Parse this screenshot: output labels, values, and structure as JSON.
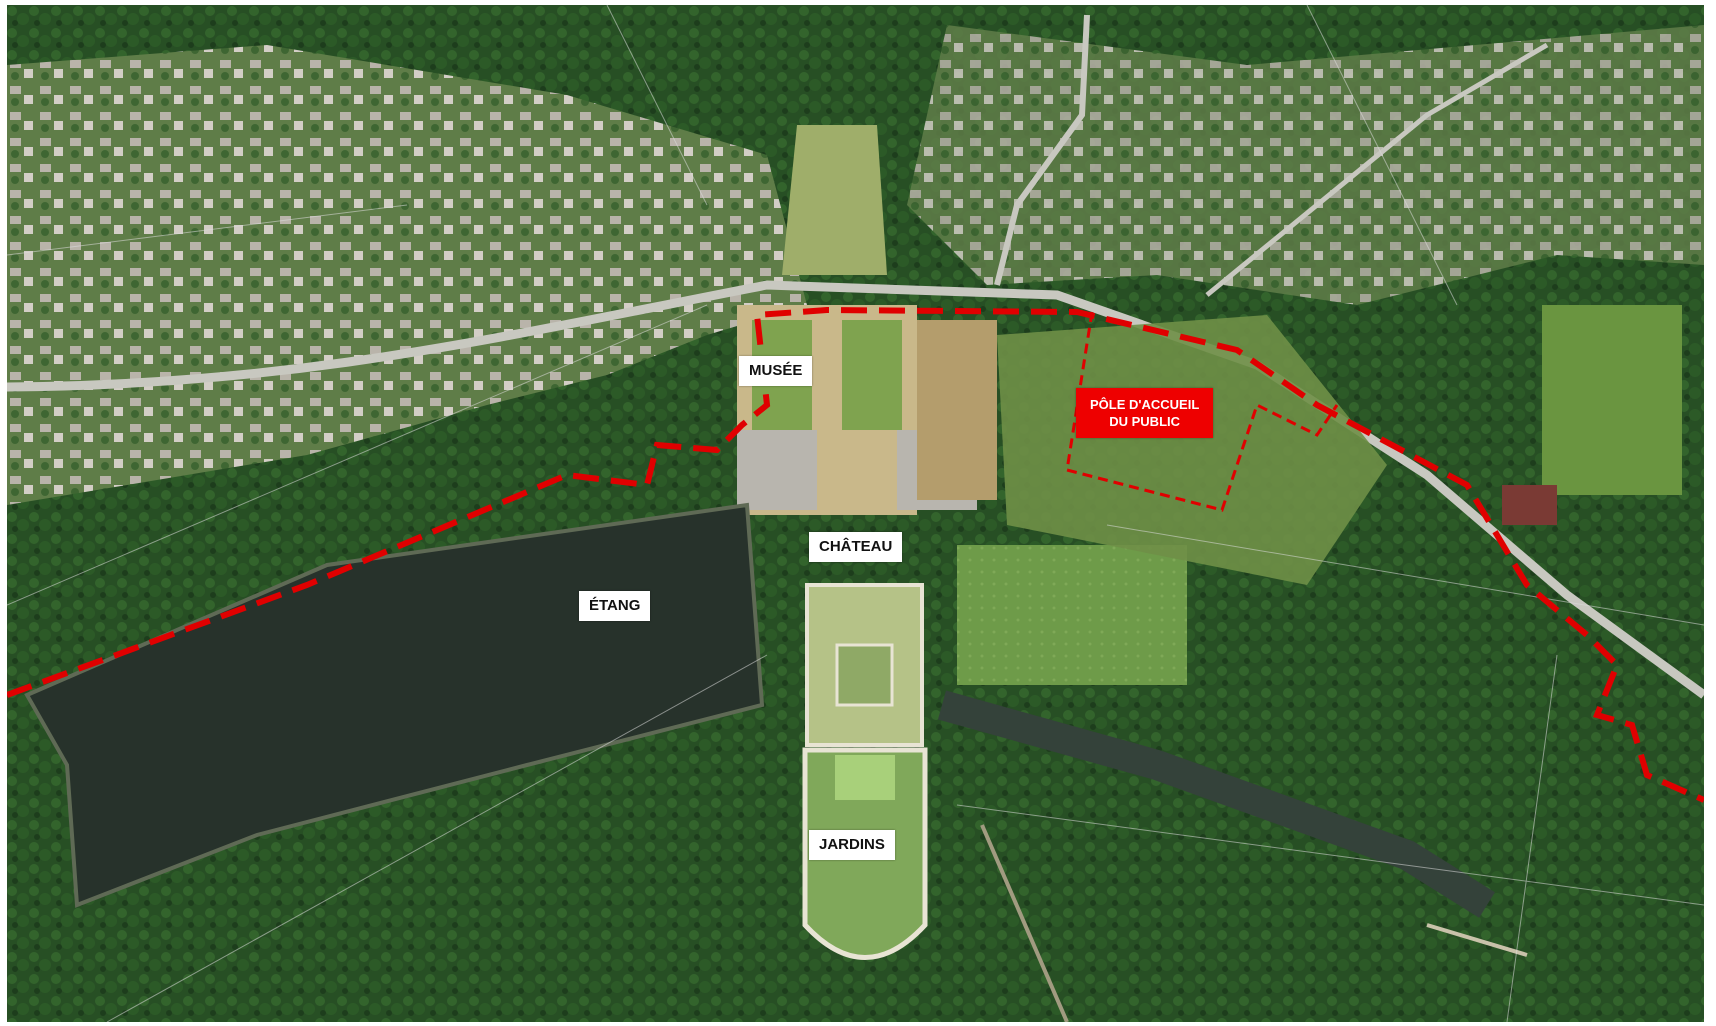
{
  "map": {
    "labels": {
      "musee": "MUSÉE",
      "etang": "ÉTANG",
      "chateau": "CHÂTEAU",
      "jardins": "JARDINS",
      "pole_line1": "PÔLE D'ACCUEIL",
      "pole_line2": "DU PUBLIC"
    },
    "colors": {
      "boundary": "#e00000",
      "forest": "#244d22",
      "water": "#27322b",
      "lawn": "#6a9a45",
      "road": "#c8c8c0"
    },
    "features": [
      "dashed-site-boundary",
      "dashed-zone-outline",
      "aerial-photo-background"
    ]
  }
}
